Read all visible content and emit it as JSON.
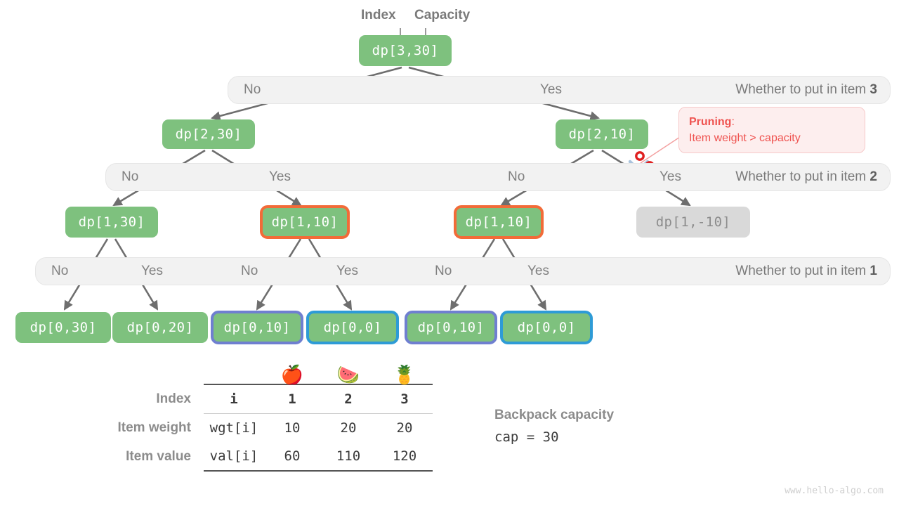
{
  "headers": {
    "index": "Index",
    "capacity": "Capacity"
  },
  "bands": [
    {
      "no": "No",
      "yes": "Yes",
      "question_prefix": "Whether to put in item ",
      "question_item": "3"
    },
    {
      "no": "No",
      "yes": "Yes",
      "no2": "No",
      "yes2": "Yes",
      "question_prefix": "Whether to put in item ",
      "question_item": "2"
    },
    {
      "no": "No",
      "yes": "Yes",
      "question_prefix": "Whether to put in item ",
      "question_item": "1"
    }
  ],
  "nodes": {
    "root": "dp[3,30]",
    "level2": [
      "dp[2,30]",
      "dp[2,10]"
    ],
    "level3": [
      "dp[1,30]",
      "dp[1,10]",
      "dp[1,10]",
      "dp[1,-10]"
    ],
    "leaves": [
      "dp[0,30]",
      "dp[0,20]",
      "dp[0,10]",
      "dp[0,0]",
      "dp[0,10]",
      "dp[0,0]"
    ]
  },
  "callout": {
    "title": "Pruning",
    "colon": ":",
    "body": "Item weight > capacity"
  },
  "table": {
    "emojis": [
      "🍎",
      "🍉",
      "🍍"
    ],
    "rows": [
      {
        "label": "Index",
        "key": "i",
        "values": [
          "1",
          "2",
          "3"
        ]
      },
      {
        "label": "Item weight",
        "key": "wgt[i]",
        "values": [
          "10",
          "20",
          "20"
        ]
      },
      {
        "label": "Item value",
        "key": "val[i]",
        "values": [
          "60",
          "110",
          "120"
        ]
      }
    ]
  },
  "capacity_note": {
    "title": "Backpack capacity",
    "value": "cap = 30"
  },
  "watermark": "www.hello-algo.com",
  "colors": {
    "node_green": "#7ec17e",
    "node_muted": "#d9d9d9",
    "border_orange": "#f26b38",
    "border_purple": "#6f7fd0",
    "border_blue": "#2e9bd6",
    "band_bg": "#f2f2f2",
    "edge": "#6e6e6e",
    "prune_red": "#ef5350"
  }
}
